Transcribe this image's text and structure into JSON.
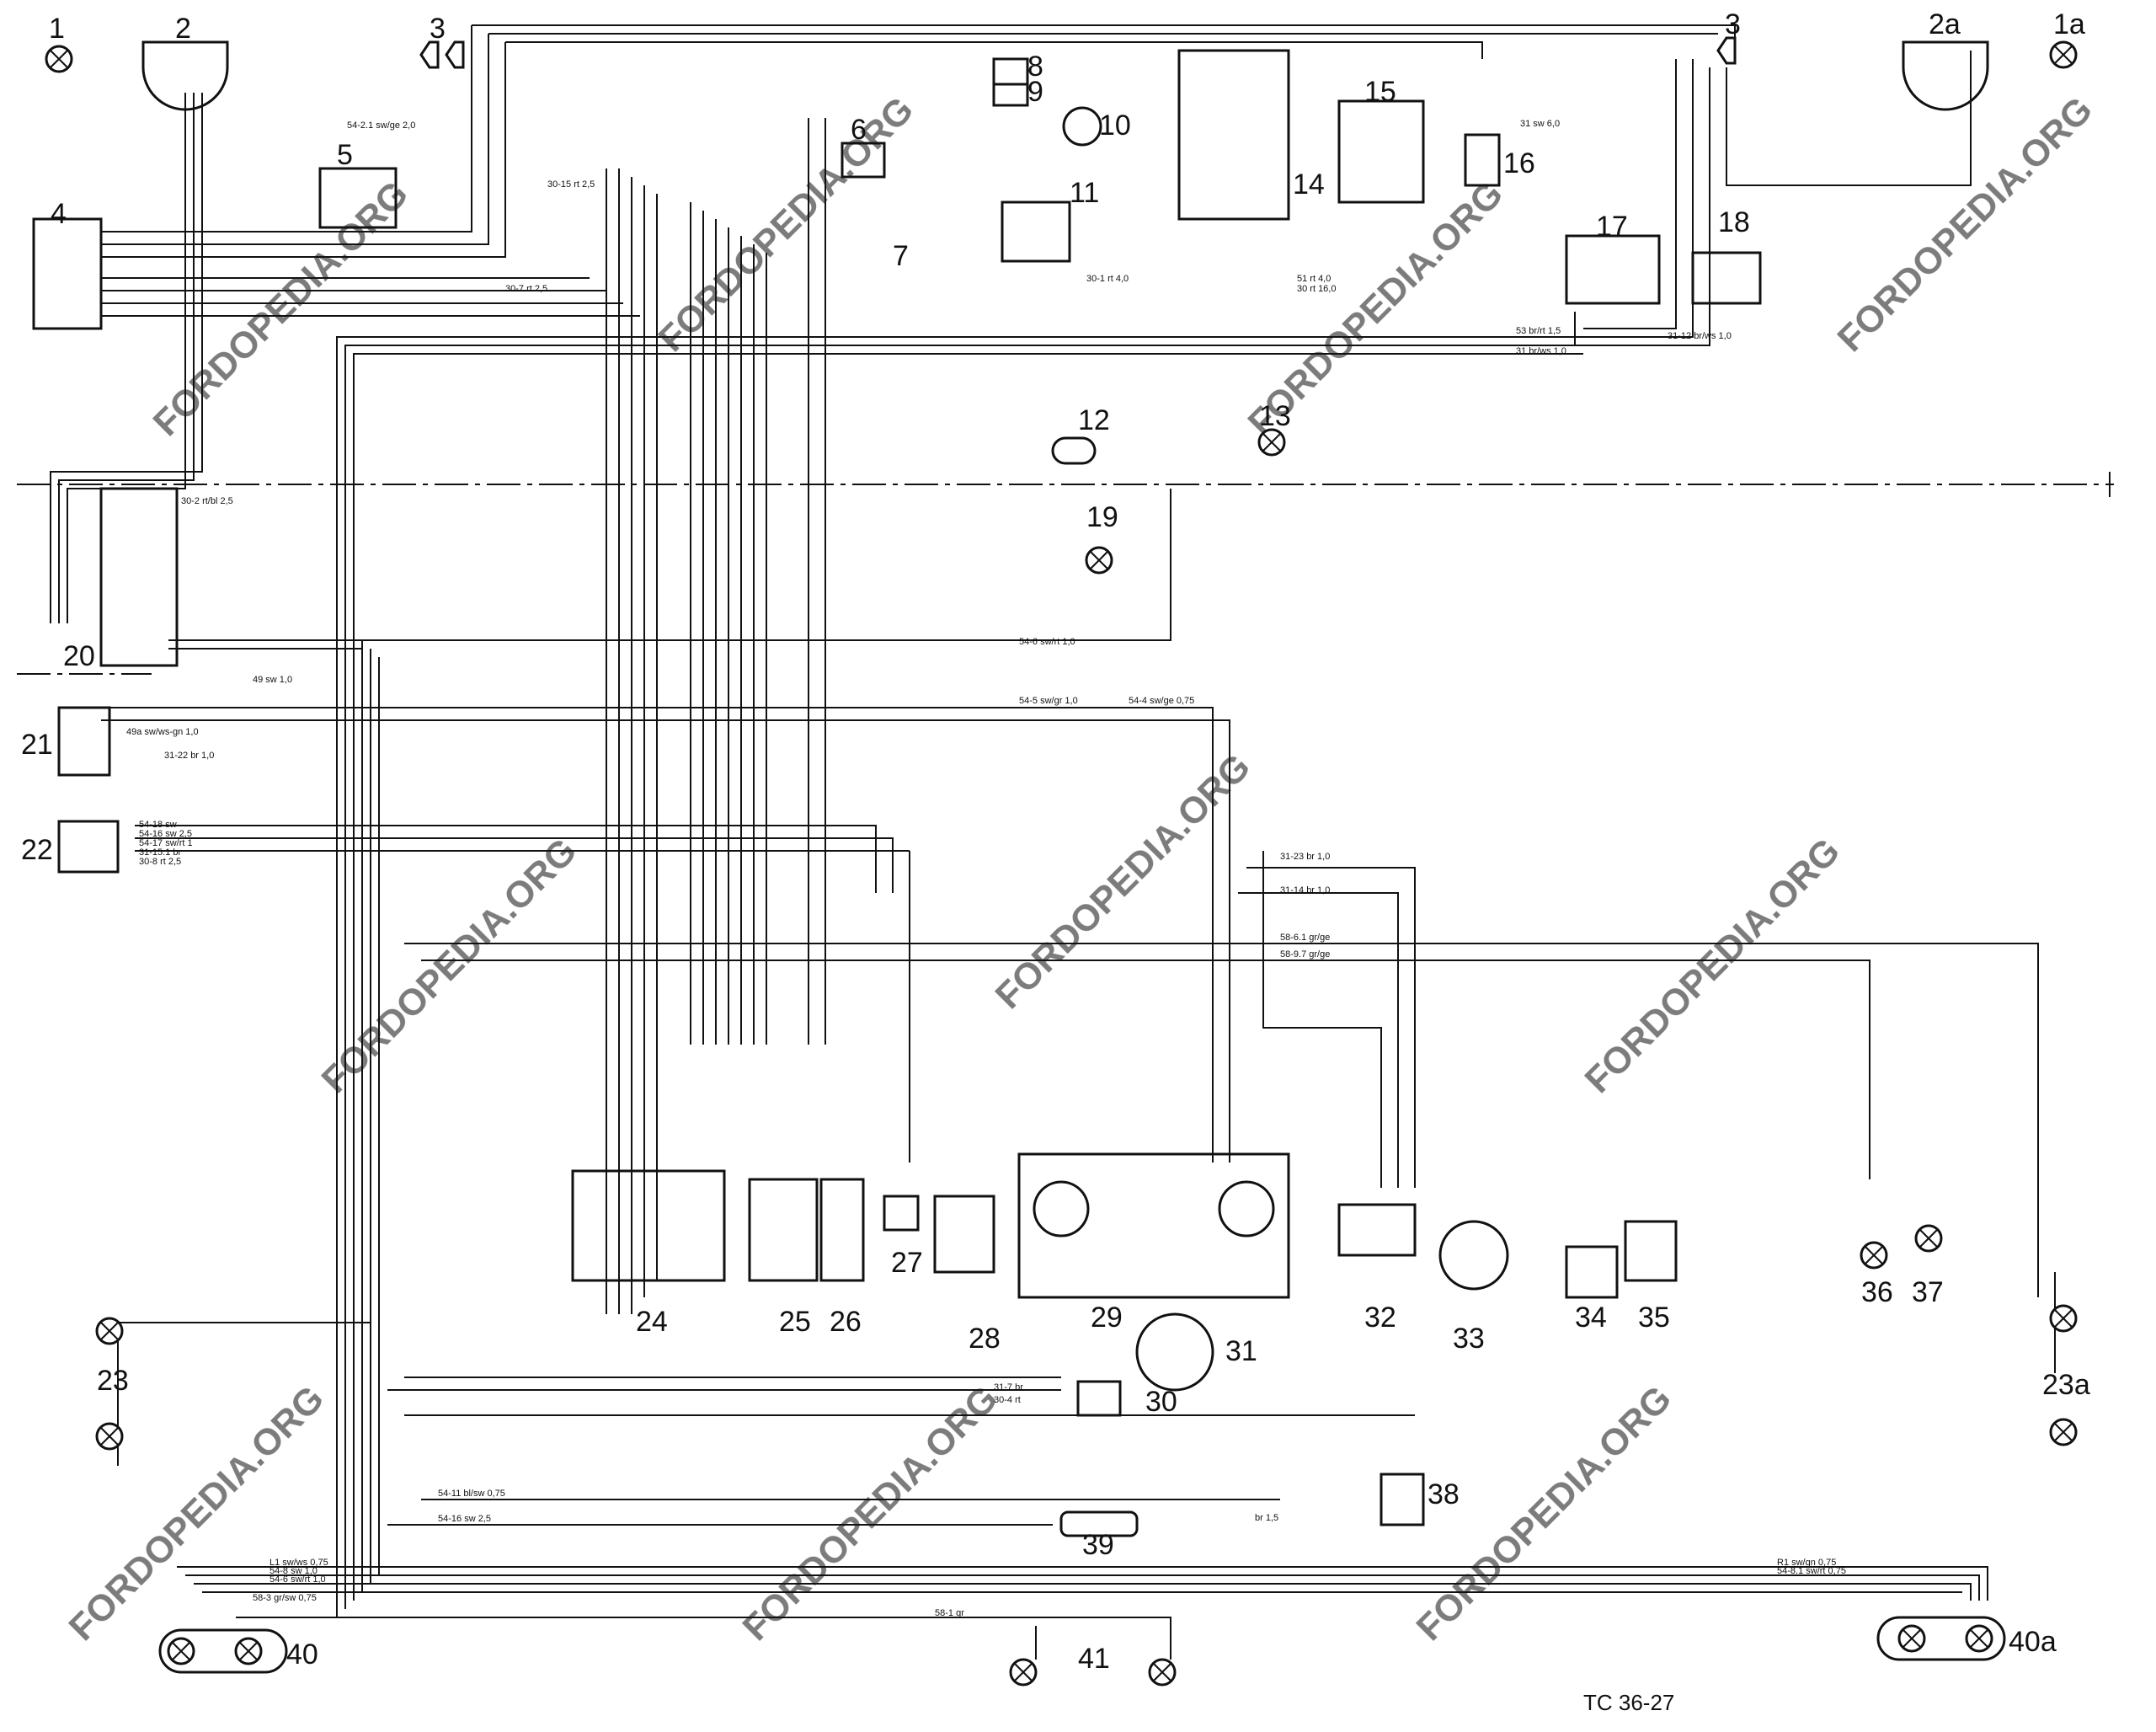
{
  "reference": "TC 36-27",
  "watermark": "FORDOPEDIA.ORG",
  "components": [
    "1",
    "1a",
    "2",
    "2a",
    "3",
    "3",
    "4",
    "5",
    "6",
    "7",
    "8",
    "9",
    "10",
    "11",
    "12",
    "13",
    "14",
    "15",
    "16",
    "17",
    "18",
    "19",
    "20",
    "21",
    "22",
    "23",
    "23a",
    "24",
    "25",
    "26",
    "27",
    "28",
    "29",
    "30",
    "31",
    "32",
    "33",
    "34",
    "35",
    "36",
    "37",
    "38",
    "39",
    "40",
    "40a",
    "41"
  ],
  "wire_labels": [
    "30-15 rt 2,5",
    "30-7 rt 2,5",
    "54-2.1 sw/ge 2,0",
    "30-1 rt 4,0",
    "51 rt 4,0",
    "30 rt 16,0",
    "54-6 sw/rt 1,0",
    "54-5 sw/gr 1,0",
    "54-4 sw/ge 0,75",
    "49 sw 1,0",
    "49a sw/ws-gn 1,0",
    "31-22 br 1,0",
    "54-18 sw",
    "54-16 sw 2,5",
    "54-17 sw/rt 1",
    "31-15.1 br",
    "30-8 rt 2,5",
    "30-2 rt/bl 2,5",
    "58-6.1 gr/ge",
    "58-9.7 gr/ge",
    "31-14 br 1,0",
    "31-23 br 1,0",
    "54-11 bl/sw 0,75",
    "54-16 sw 2,5",
    "L1 sw/ws 0,75",
    "54-8 sw 1,0",
    "54-6 sw/rt 1,0",
    "R1 sw/gn 0,75",
    "54-8.1 sw/rt 0,75",
    "58-3 gr/sw 0,75",
    "58-1 gr",
    "31-7 br",
    "30-4 rt",
    "br 1,5",
    "31-12 br/ws 1,0",
    "53 br/rt 1,5",
    "31 sw 6,0",
    "31 br/ws 1,0"
  ]
}
